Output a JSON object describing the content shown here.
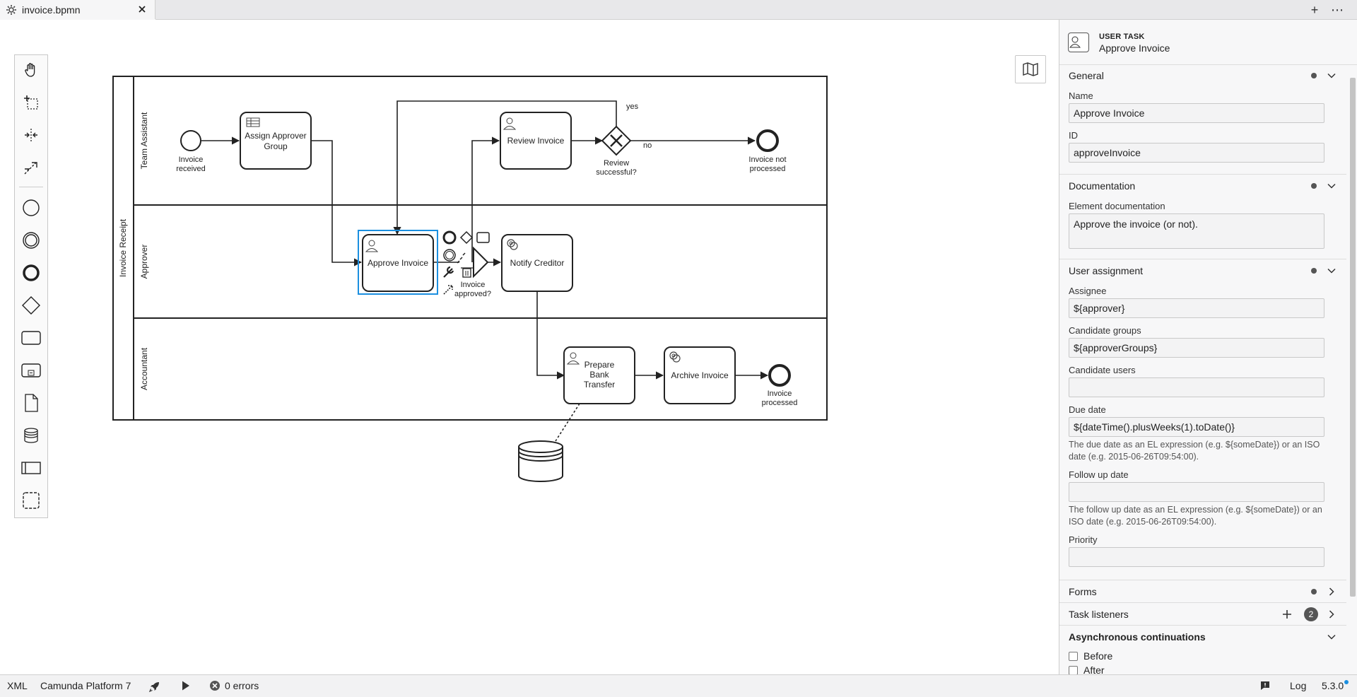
{
  "tab": {
    "title": "invoice.bpmn",
    "close_icon": "close-icon",
    "file_icon": "gear-icon"
  },
  "toolbar": {
    "new_tab": "+",
    "more": "⋯"
  },
  "palette": {
    "tools": [
      "hand-tool-icon",
      "lasso-tool-icon",
      "space-tool-icon",
      "global-connect-icon",
      "start-event-icon",
      "intermediate-event-icon",
      "end-event-icon",
      "gateway-icon",
      "task-icon",
      "subprocess-icon",
      "data-object-icon",
      "data-store-icon",
      "pool-icon",
      "group-icon"
    ]
  },
  "diagram": {
    "pool": {
      "label": "Invoice Receipt"
    },
    "lanes": [
      {
        "label": "Team Assistant"
      },
      {
        "label": "Approver"
      },
      {
        "label": "Accountant"
      }
    ],
    "events": {
      "invoice_received": [
        "Invoice",
        "received"
      ],
      "invoice_not_processed": [
        "Invoice not",
        "processed"
      ],
      "invoice_processed": [
        "Invoice",
        "processed"
      ]
    },
    "tasks": {
      "assign_approver": [
        "Assign Approver",
        "Group"
      ],
      "review_invoice": "Review Invoice",
      "approve_invoice": "Approve Invoice",
      "notify_creditor": "Notify Creditor",
      "prepare_bank": [
        "Prepare",
        "Bank",
        "Transfer"
      ],
      "archive_invoice": "Archive Invoice"
    },
    "gateways": {
      "review_successful": [
        "Review",
        "successful?"
      ],
      "invoice_approved": [
        "Invoice",
        "approved?"
      ]
    },
    "flow_labels": {
      "yes": "yes",
      "no": "no"
    }
  },
  "panel": {
    "header": {
      "type": "USER TASK",
      "name": "Approve Invoice"
    },
    "general": {
      "title": "General",
      "name_label": "Name",
      "name_value": "Approve Invoice",
      "id_label": "ID",
      "id_value": "approveInvoice"
    },
    "documentation": {
      "title": "Documentation",
      "label": "Element documentation",
      "value": "Approve the invoice (or not)."
    },
    "user_assignment": {
      "title": "User assignment",
      "assignee_label": "Assignee",
      "assignee_value": "${approver}",
      "candidate_groups_label": "Candidate groups",
      "candidate_groups_value": "${approverGroups}",
      "candidate_users_label": "Candidate users",
      "candidate_users_value": "",
      "due_date_label": "Due date",
      "due_date_value": "${dateTime().plusWeeks(1).toDate()}",
      "due_date_help": "The due date as an EL expression (e.g. ${someDate}) or an ISO date (e.g. 2015-06-26T09:54:00).",
      "follow_up_label": "Follow up date",
      "follow_up_value": "",
      "follow_up_help": "The follow up date as an EL expression (e.g. ${someDate}) or an ISO date (e.g. 2015-06-26T09:54:00).",
      "priority_label": "Priority",
      "priority_value": ""
    },
    "forms": {
      "title": "Forms"
    },
    "task_listeners": {
      "title": "Task listeners",
      "count": "2"
    },
    "async": {
      "title": "Asynchronous continuations",
      "before": "Before",
      "after": "After"
    }
  },
  "statusbar": {
    "xml": "XML",
    "platform": "Camunda Platform 7",
    "errors": "0 errors",
    "log": "Log",
    "version": "5.3.0"
  }
}
